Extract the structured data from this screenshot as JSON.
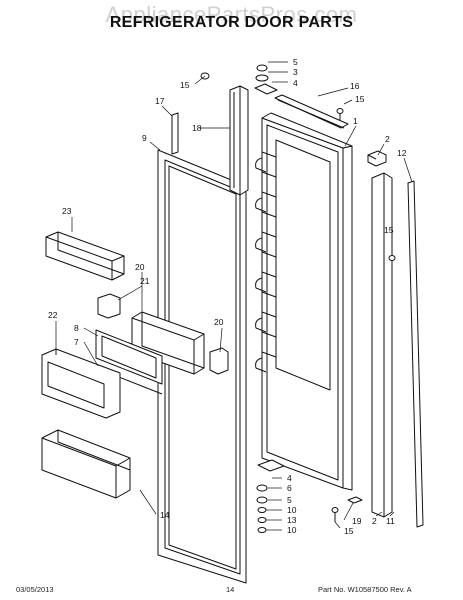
{
  "watermark": "AppliancePartsPros.com",
  "title": "REFRIGERATOR DOOR PARTS",
  "footer": {
    "date": "03/05/2013",
    "page": "14",
    "part": "Part No.  W10587500  Rev. A"
  },
  "callouts": [
    {
      "id": "c5a",
      "label": "5"
    },
    {
      "id": "c3",
      "label": "3"
    },
    {
      "id": "c4a",
      "label": "4"
    },
    {
      "id": "c15a",
      "label": "15"
    },
    {
      "id": "c16",
      "label": "16"
    },
    {
      "id": "c15b",
      "label": "15"
    },
    {
      "id": "c17",
      "label": "17"
    },
    {
      "id": "c18",
      "label": "18"
    },
    {
      "id": "c9",
      "label": "9"
    },
    {
      "id": "c1",
      "label": "1"
    },
    {
      "id": "c2a",
      "label": "2"
    },
    {
      "id": "c12",
      "label": "12"
    },
    {
      "id": "c23",
      "label": "23"
    },
    {
      "id": "c15c",
      "label": "15"
    },
    {
      "id": "c20a",
      "label": "20"
    },
    {
      "id": "c21",
      "label": "21"
    },
    {
      "id": "c22",
      "label": "22"
    },
    {
      "id": "c8",
      "label": "8"
    },
    {
      "id": "c7",
      "label": "7"
    },
    {
      "id": "c20b",
      "label": "20"
    },
    {
      "id": "c4b",
      "label": "4"
    },
    {
      "id": "c6",
      "label": "6"
    },
    {
      "id": "c5b",
      "label": "5"
    },
    {
      "id": "c10a",
      "label": "10"
    },
    {
      "id": "c13",
      "label": "13"
    },
    {
      "id": "c10b",
      "label": "10"
    },
    {
      "id": "c19",
      "label": "19"
    },
    {
      "id": "c2b",
      "label": "2"
    },
    {
      "id": "c11",
      "label": "11"
    },
    {
      "id": "c15d",
      "label": "15"
    },
    {
      "id": "c14",
      "label": "14"
    }
  ]
}
